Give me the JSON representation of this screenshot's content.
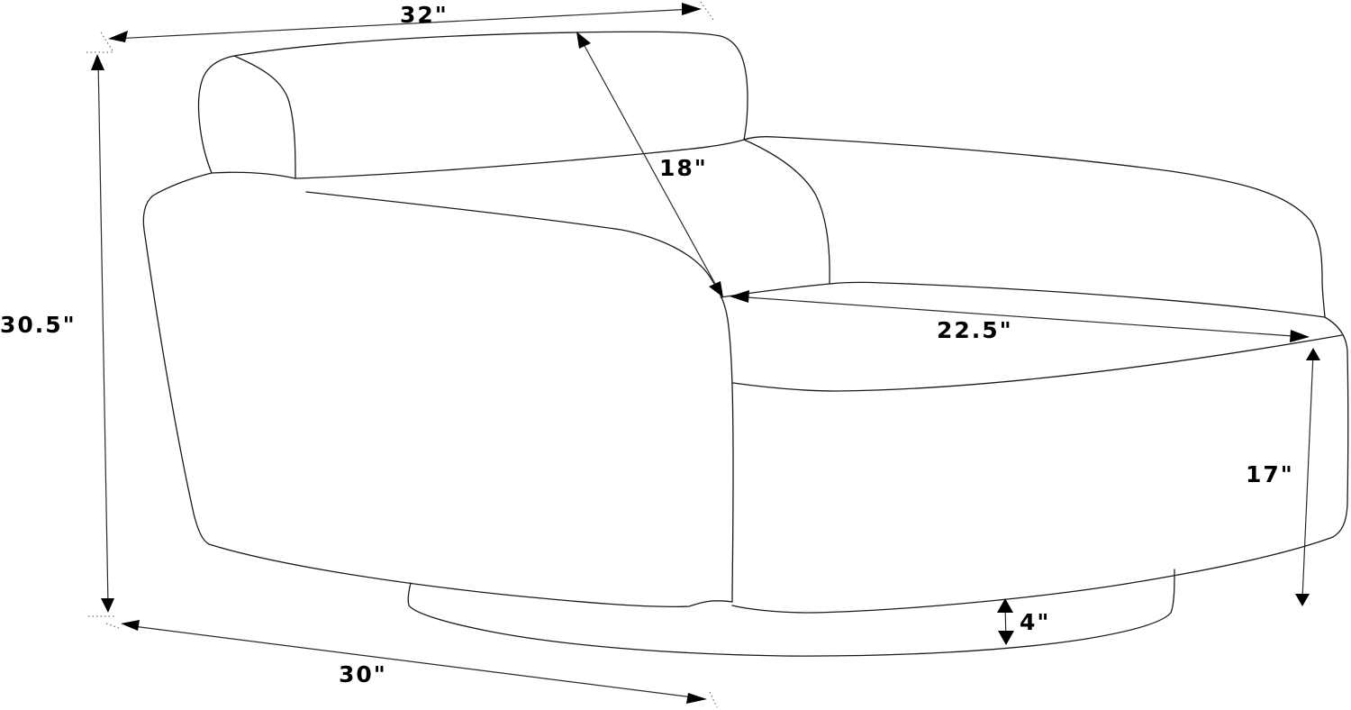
{
  "diagram": {
    "subject": "Armchair dimension drawing",
    "dimensions": {
      "overall_width": {
        "label": "32\"",
        "value": 32,
        "unit": "in"
      },
      "backrest_height": {
        "label": "18\"",
        "value": 18,
        "unit": "in"
      },
      "overall_height": {
        "label": "30.5\"",
        "value": 30.5,
        "unit": "in"
      },
      "seat_depth": {
        "label": "22.5\"",
        "value": 22.5,
        "unit": "in"
      },
      "seat_height": {
        "label": "17\"",
        "value": 17,
        "unit": "in"
      },
      "base_height": {
        "label": "4\"",
        "value": 4,
        "unit": "in"
      },
      "overall_depth": {
        "label": "30\"",
        "value": 30,
        "unit": "in"
      }
    },
    "colors": {
      "background": "#ffffff",
      "line": "#1a1a1a",
      "text": "#000000"
    }
  }
}
